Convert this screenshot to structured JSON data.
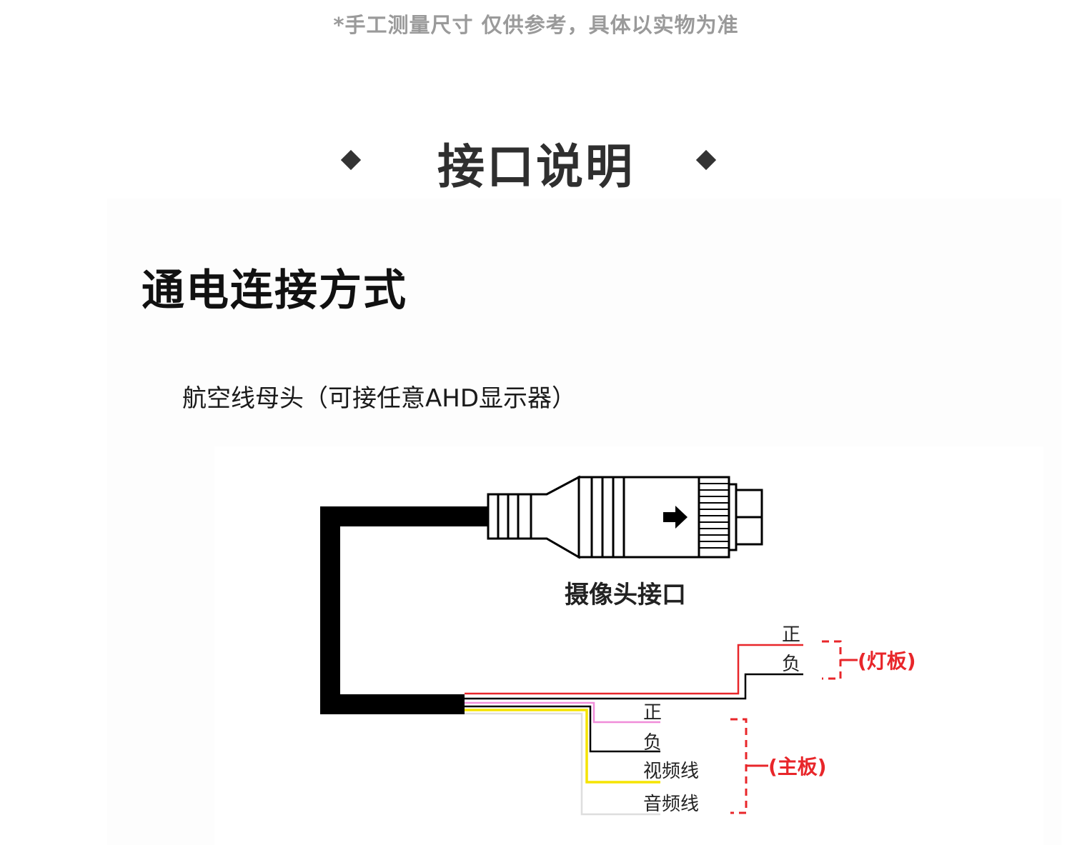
{
  "note": "*手工测量尺寸 仅供参考，具体以实物为准",
  "heading": "接口说明",
  "section_title": "通电连接方式",
  "subtitle": "航空线母头（可接任意AHD显示器）",
  "diagram": {
    "camera_label": "摄像头接口",
    "lamp_group": {
      "positive": "正",
      "negative": "负",
      "label": "(灯板)"
    },
    "main_group": {
      "positive": "正",
      "negative": "负",
      "video": "视频线",
      "audio": "音频线",
      "label": "(主板)"
    }
  },
  "colors": {
    "red_wire": "#e8262a",
    "pink_wire": "#f08cd9",
    "yellow_wire": "#f5e400",
    "annotation_red": "#e8262a"
  }
}
